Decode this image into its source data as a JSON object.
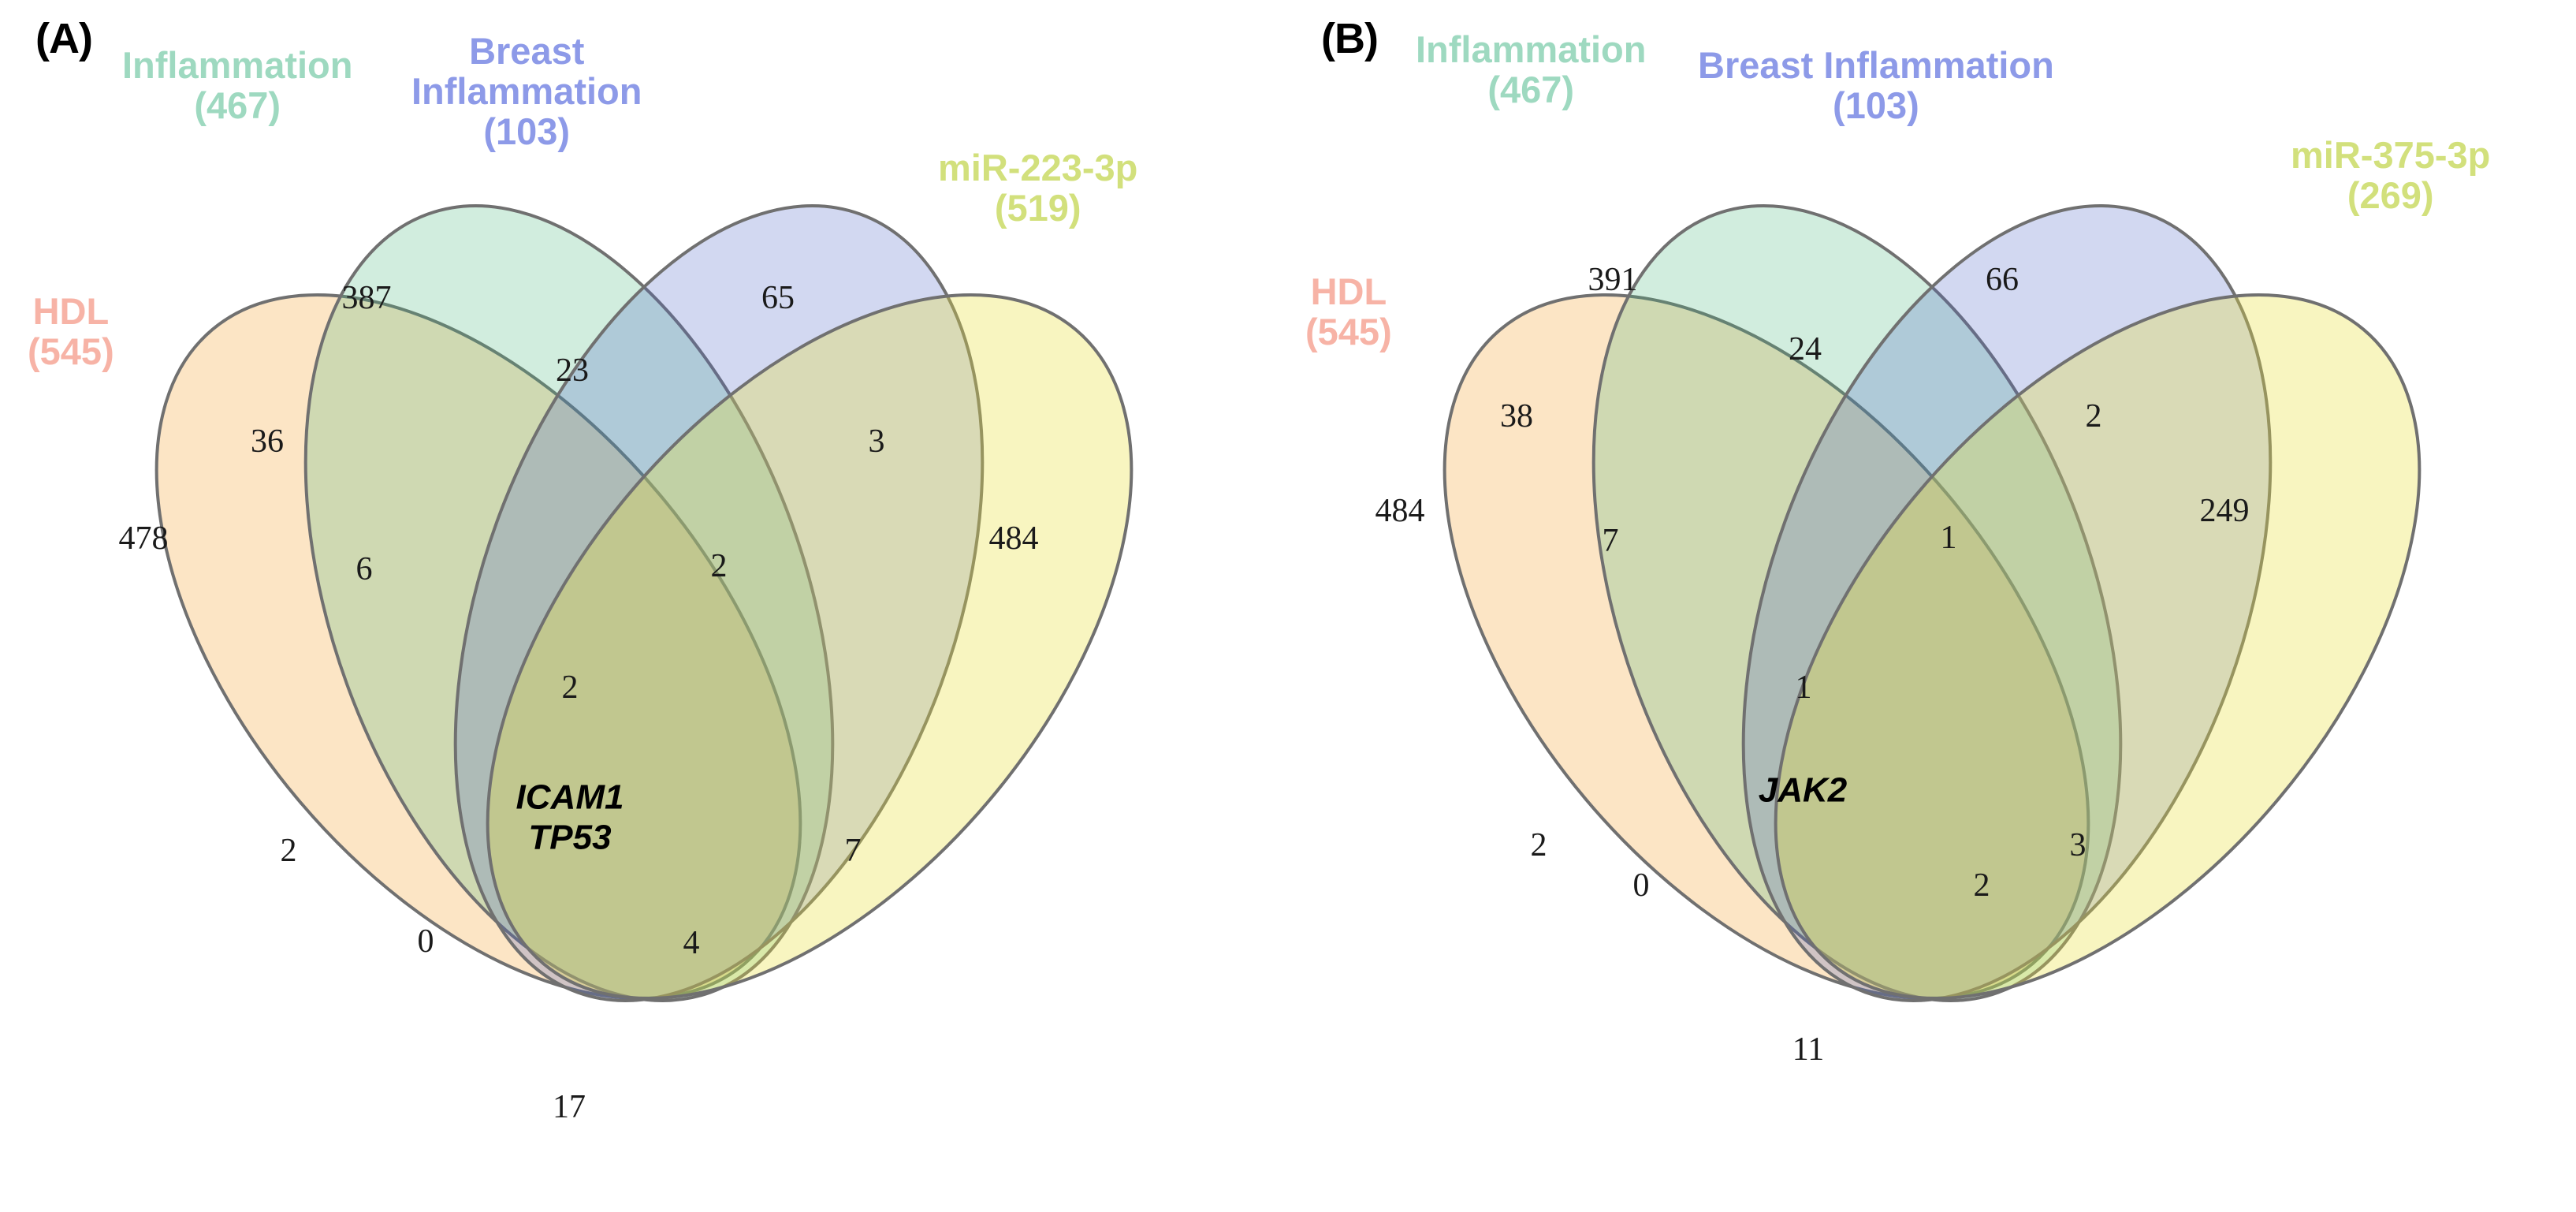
{
  "figure": {
    "type": "four-set-venn-diagram-pair",
    "background": "#ffffff"
  },
  "colors": {
    "hdl_label": "#f7b3a6",
    "inflammation_label": "#9ed9c0",
    "breast_inflammation_label": "#8d9ae8",
    "mirna_label": "#d2e07c",
    "hdl_fill": "#fadcb4",
    "inflammation_fill": "#d4f0da",
    "breast_inflammation_fill": "#ccd6f4",
    "mirna_fill": "#fbf6ae",
    "outline": "#6b6b6b",
    "number_text": "#1a1a1a",
    "gene_text": "#000000"
  },
  "panels": [
    {
      "id": "A",
      "letter": "(A)",
      "sets": [
        {
          "key": "hdl",
          "name": "HDL",
          "count": "(545)",
          "color": "#f7b3a6"
        },
        {
          "key": "infl",
          "name": "Inflammation",
          "count": "(467)",
          "color": "#9ed9c0"
        },
        {
          "key": "bi",
          "name": "Breast\nInflammation",
          "name_line1": "Breast",
          "name_line2": "Inflammation",
          "count": "(103)",
          "color": "#8d9ae8"
        },
        {
          "key": "mir",
          "name": "miR-223-3p",
          "count": "(519)",
          "color": "#d2e07c"
        }
      ],
      "regions": [
        {
          "id": "infl-only",
          "value": "387"
        },
        {
          "id": "bi-only",
          "value": "65"
        },
        {
          "id": "infl-bi",
          "value": "23"
        },
        {
          "id": "hdl-infl",
          "value": "36"
        },
        {
          "id": "bi-mir",
          "value": "3"
        },
        {
          "id": "hdl-only",
          "value": "478"
        },
        {
          "id": "hdl-infl-bi",
          "value": "6"
        },
        {
          "id": "infl-bi-mir",
          "value": "2"
        },
        {
          "id": "mir-only",
          "value": "484"
        },
        {
          "id": "all-four",
          "value": "2"
        },
        {
          "id": "hdl-bi",
          "value": "2"
        },
        {
          "id": "infl-mir",
          "value": "7"
        },
        {
          "id": "hdl-bi-mir",
          "value": "0"
        },
        {
          "id": "hdl-infl-mir",
          "value": "4"
        },
        {
          "id": "hdl-mir",
          "value": "17"
        }
      ],
      "genes": [
        "ICAM1",
        "TP53"
      ]
    },
    {
      "id": "B",
      "letter": "(B)",
      "sets": [
        {
          "key": "hdl",
          "name": "HDL",
          "count": "(545)",
          "color": "#f7b3a6"
        },
        {
          "key": "infl",
          "name": "Inflammation",
          "count": "(467)",
          "color": "#9ed9c0"
        },
        {
          "key": "bi",
          "name": "Breast Inflammation",
          "count": "(103)",
          "color": "#8d9ae8"
        },
        {
          "key": "mir",
          "name": "miR-375-3p",
          "count": "(269)",
          "color": "#d2e07c"
        }
      ],
      "regions": [
        {
          "id": "infl-only",
          "value": "391"
        },
        {
          "id": "bi-only",
          "value": "66"
        },
        {
          "id": "infl-bi",
          "value": "24"
        },
        {
          "id": "hdl-infl",
          "value": "38"
        },
        {
          "id": "bi-mir",
          "value": "2"
        },
        {
          "id": "hdl-only",
          "value": "484"
        },
        {
          "id": "hdl-infl-bi",
          "value": "7"
        },
        {
          "id": "infl-bi-mir",
          "value": "1"
        },
        {
          "id": "mir-only",
          "value": "249"
        },
        {
          "id": "all-four",
          "value": "1"
        },
        {
          "id": "hdl-bi",
          "value": "2"
        },
        {
          "id": "infl-mir",
          "value": "3"
        },
        {
          "id": "hdl-bi-mir",
          "value": "0"
        },
        {
          "id": "hdl-infl-mir",
          "value": "2"
        },
        {
          "id": "hdl-mir",
          "value": "11"
        }
      ],
      "genes": [
        "JAK2"
      ]
    }
  ],
  "chart_data": {
    "type": "venn",
    "title": "",
    "panels": [
      {
        "label": "(A)",
        "set_names": [
          "HDL",
          "Inflammation",
          "Breast Inflammation",
          "miR-223-3p"
        ],
        "set_totals": [
          545,
          467,
          103,
          519
        ],
        "region_counts": {
          "HDL": 478,
          "Inflammation": 387,
          "Breast Inflammation": 65,
          "miR-223-3p": 484,
          "HDL∩Inflammation": 36,
          "HDL∩Breast Inflammation": 2,
          "HDL∩miR-223-3p": 17,
          "Inflammation∩Breast Inflammation": 23,
          "Inflammation∩miR-223-3p": 7,
          "Breast Inflammation∩miR-223-3p": 3,
          "HDL∩Inflammation∩Breast Inflammation": 6,
          "HDL∩Inflammation∩miR-223-3p": 4,
          "HDL∩Breast Inflammation∩miR-223-3p": 0,
          "Inflammation∩Breast Inflammation∩miR-223-3p": 2,
          "HDL∩Inflammation∩Breast Inflammation∩miR-223-3p": 2
        },
        "core_genes": [
          "ICAM1",
          "TP53"
        ]
      },
      {
        "label": "(B)",
        "set_names": [
          "HDL",
          "Inflammation",
          "Breast Inflammation",
          "miR-375-3p"
        ],
        "set_totals": [
          545,
          467,
          103,
          269
        ],
        "region_counts": {
          "HDL": 484,
          "Inflammation": 391,
          "Breast Inflammation": 66,
          "miR-375-3p": 249,
          "HDL∩Inflammation": 38,
          "HDL∩Breast Inflammation": 2,
          "HDL∩miR-375-3p": 11,
          "Inflammation∩Breast Inflammation": 24,
          "Inflammation∩miR-375-3p": 3,
          "Breast Inflammation∩miR-375-3p": 2,
          "HDL∩Inflammation∩Breast Inflammation": 7,
          "HDL∩Inflammation∩miR-375-3p": 2,
          "HDL∩Breast Inflammation∩miR-375-3p": 0,
          "Inflammation∩Breast Inflammation∩miR-375-3p": 1,
          "HDL∩Inflammation∩Breast Inflammation∩miR-375-3p": 1
        },
        "core_genes": [
          "JAK2"
        ]
      }
    ]
  }
}
